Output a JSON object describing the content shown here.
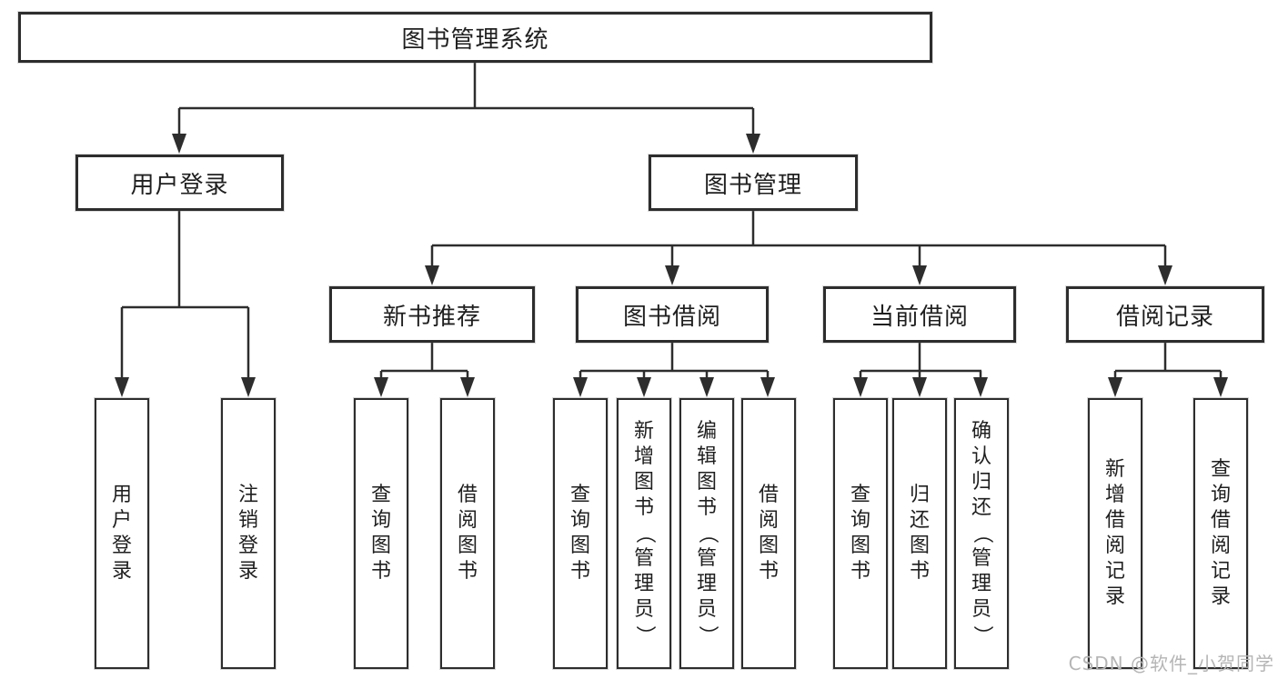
{
  "diagram": {
    "title": "图书管理系统",
    "type": "hierarchy-tree"
  },
  "nodes": {
    "root": {
      "label": "图书管理系统"
    },
    "user_login": {
      "label": "用户登录"
    },
    "book_mgmt": {
      "label": "图书管理"
    },
    "new_book_rec": {
      "label": "新书推荐"
    },
    "book_borrow": {
      "label": "图书借阅"
    },
    "current_borrow": {
      "label": "当前借阅"
    },
    "borrow_records": {
      "label": "借阅记录"
    },
    "leaf_user_login": {
      "label": "用户登录"
    },
    "leaf_logout": {
      "label": "注销登录"
    },
    "leaf_nbr_query": {
      "label": "查询图书"
    },
    "leaf_nbr_borrow": {
      "label": "借阅图书"
    },
    "leaf_bb_query": {
      "label": "查询图书"
    },
    "leaf_bb_add": {
      "label": "新增图书（管理员）"
    },
    "leaf_bb_edit": {
      "label": "编辑图书（管理员）"
    },
    "leaf_bb_borrow": {
      "label": "借阅图书"
    },
    "leaf_cb_query": {
      "label": "查询图书"
    },
    "leaf_cb_return": {
      "label": "归还图书"
    },
    "leaf_cb_confirm": {
      "label": "确认归还（管理员）"
    },
    "leaf_br_add": {
      "label": "新增借阅记录"
    },
    "leaf_br_query": {
      "label": "查询借阅记录"
    }
  },
  "hierarchy": {
    "图书管理系统": {
      "用户登录": [
        "用户登录",
        "注销登录"
      ],
      "图书管理": {
        "新书推荐": [
          "查询图书",
          "借阅图书"
        ],
        "图书借阅": [
          "查询图书",
          "新增图书（管理员）",
          "编辑图书（管理员）",
          "借阅图书"
        ],
        "当前借阅": [
          "查询图书",
          "归还图书",
          "确认归还（管理员）"
        ],
        "借阅记录": [
          "新增借阅记录",
          "查询借阅记录"
        ]
      }
    }
  },
  "watermark": {
    "text": "CSDN @软件_小贺同学"
  },
  "colors": {
    "line": "#2d2d2d",
    "box_border": "#2d2d2d",
    "text": "#1f1f1f",
    "background": "#ffffff",
    "watermark": "#b5b5b5"
  }
}
